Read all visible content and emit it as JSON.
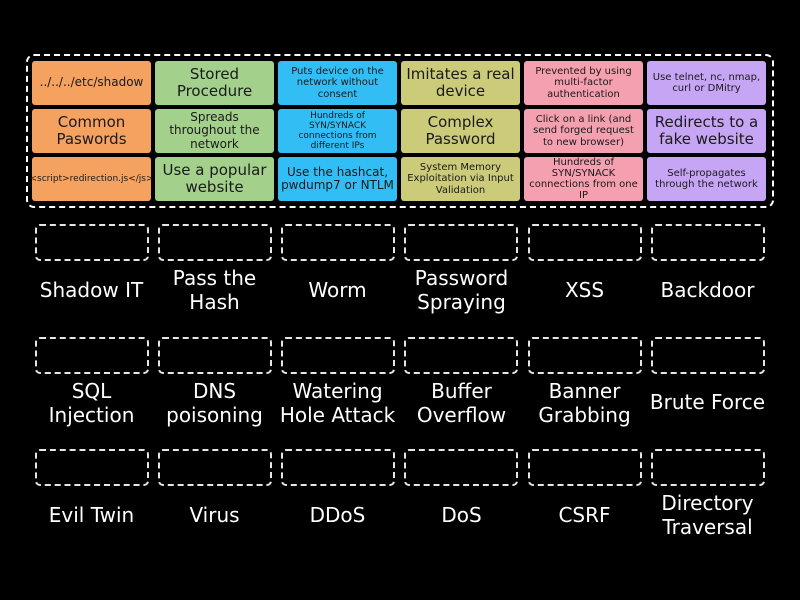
{
  "colors": {
    "orange": "#f5a15f",
    "green": "#a3d18c",
    "blue": "#33bdf5",
    "olive": "#cbcb7a",
    "pink": "#f5a0b0",
    "purple": "#c6a5f5"
  },
  "tiles": [
    {
      "label": "../../../etc/shadow",
      "color": "orange"
    },
    {
      "label": "Stored Procedure",
      "color": "green"
    },
    {
      "label": "Puts device on the network without consent",
      "color": "blue"
    },
    {
      "label": "Imitates a real device",
      "color": "olive"
    },
    {
      "label": "Prevented by using multi-factor authentication",
      "color": "pink"
    },
    {
      "label": "Use telnet, nc, nmap, curl or DMitry",
      "color": "purple"
    },
    {
      "label": "Common Paswords",
      "color": "orange"
    },
    {
      "label": "Spreads throughout the network",
      "color": "green"
    },
    {
      "label": "Hundreds of SYN/SYNACK connections from different IPs",
      "color": "blue"
    },
    {
      "label": "Complex Password",
      "color": "olive"
    },
    {
      "label": "Click on a link (and send forged request to new browser)",
      "color": "pink"
    },
    {
      "label": "Redirects to a fake website",
      "color": "purple"
    },
    {
      "label": "<script>redirection.js</js>",
      "color": "orange"
    },
    {
      "label": "Use a popular website",
      "color": "green"
    },
    {
      "label": "Use the hashcat, pwdump7 or NTLM",
      "color": "blue"
    },
    {
      "label": "System Memory Exploitation via Input Validation",
      "color": "olive"
    },
    {
      "label": "Hundreds of SYN/SYNACK connections from one IP",
      "color": "pink"
    },
    {
      "label": "Self-propagates through the network",
      "color": "purple"
    }
  ],
  "targets": [
    "Shadow IT",
    "Pass the Hash",
    "Worm",
    "Password Spraying",
    "XSS",
    "Backdoor",
    "SQL Injection",
    "DNS poisoning",
    "Watering Hole Attack",
    "Buffer Overflow",
    "Banner Grabbing",
    "Brute Force",
    "Evil Twin",
    "Virus",
    "DDoS",
    "DoS",
    "CSRF",
    "Directory Traversal"
  ]
}
